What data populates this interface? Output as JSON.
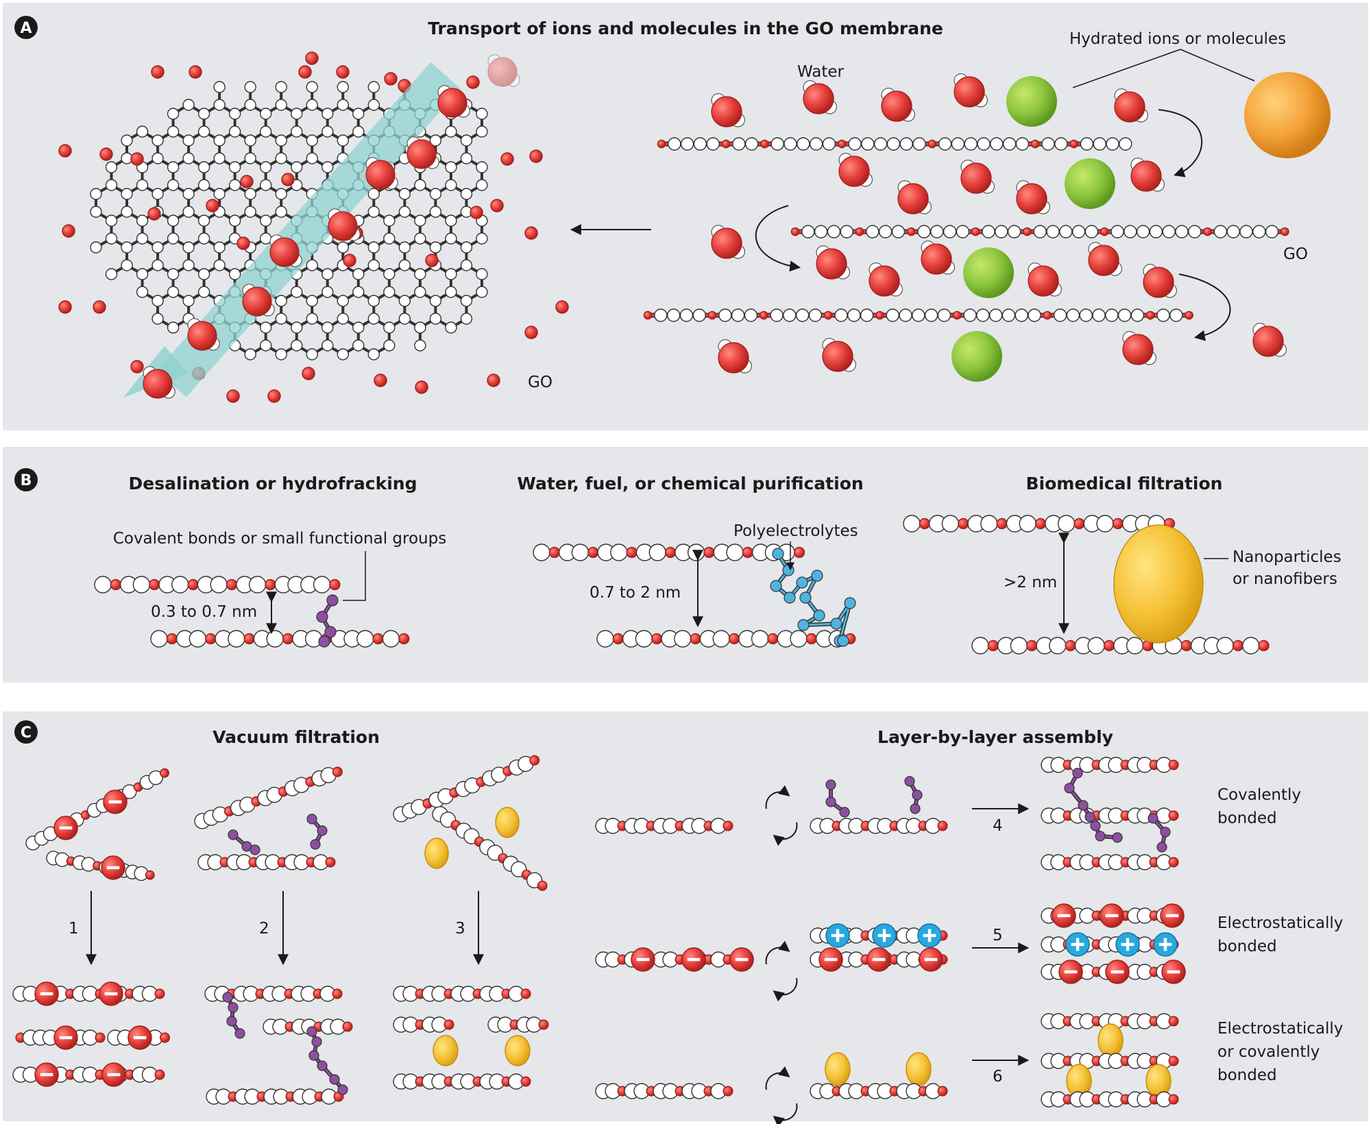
{
  "panelA": {
    "letter": "A",
    "title": "Transport of ions and molecules in the GO membrane",
    "water_label": "Water",
    "ions_label": "Hydrated ions or molecules",
    "go_label_left": "GO",
    "go_label_right": "GO"
  },
  "panelB": {
    "letter": "B",
    "col1_title": "Desalination or hydrofracking",
    "col1_note": "Covalent bonds or small functional groups",
    "col1_spacing": "0.3 to 0.7 nm",
    "col2_title": "Water, fuel, or chemical purification",
    "col2_note": "Polyelectrolytes",
    "col2_spacing": "0.7 to 2 nm",
    "col3_title": "Biomedical filtration",
    "col3_note_line1": "Nanoparticles",
    "col3_note_line2": "or nanofibers",
    "col3_spacing": ">2 nm"
  },
  "panelC": {
    "letter": "C",
    "left_title": "Vacuum filtration",
    "right_title": "Layer-by-layer assembly",
    "step1": "1",
    "step2": "2",
    "step3": "3",
    "step4": "4",
    "step5": "5",
    "step6": "6",
    "row1_label_l1": "Covalently",
    "row1_label_l2": "bonded",
    "row2_label_l1": "Electrostatically",
    "row2_label_l2": "bonded",
    "row3_label_l1": "Electrostatically",
    "row3_label_l2": "or covalently",
    "row3_label_l3": "bonded"
  },
  "colors": {
    "panel_bg": "#e5e7ea",
    "oxygen_red": "#e8423e",
    "carbon_white": "#ffffff",
    "ion_green": "#8dc63f",
    "ion_orange": "#f4a23a",
    "nanoparticle_yellow": "#f5c035",
    "linker_purple": "#8e4fa0",
    "polyelectrolyte_blue": "#4fb3e0",
    "cation_blue": "#29a8df",
    "flow_teal": "#8fd3d0"
  }
}
